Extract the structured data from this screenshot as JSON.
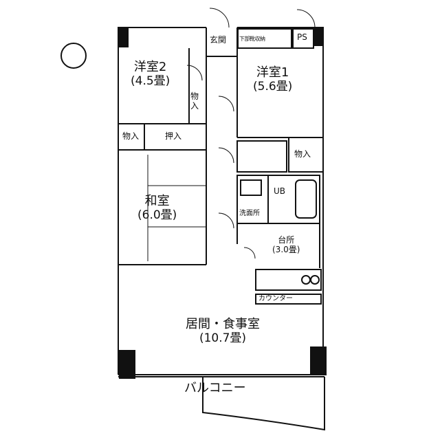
{
  "rooms": {
    "western2": {
      "name": "洋室2",
      "size": "(4.5畳)"
    },
    "western1": {
      "name": "洋室1",
      "size": "(5.6畳)"
    },
    "japanese": {
      "name": "和室",
      "size": "(6.0畳)"
    },
    "living": {
      "name": "居間・食事室",
      "size": "(10.7畳)"
    },
    "kitchen": {
      "name": "台所",
      "size": "(3.0畳)"
    }
  },
  "labels": {
    "entrance": "玄関",
    "shoe_storage": "下部靴収納",
    "ps": "PS",
    "closet": "物入",
    "closet_vertical": "物\n入",
    "oshiire": "押入",
    "ub": "UB",
    "washroom": "洗面所",
    "counter": "カウンター",
    "balcony": "バルコニー"
  },
  "icons": [
    "north-compass-icon"
  ]
}
